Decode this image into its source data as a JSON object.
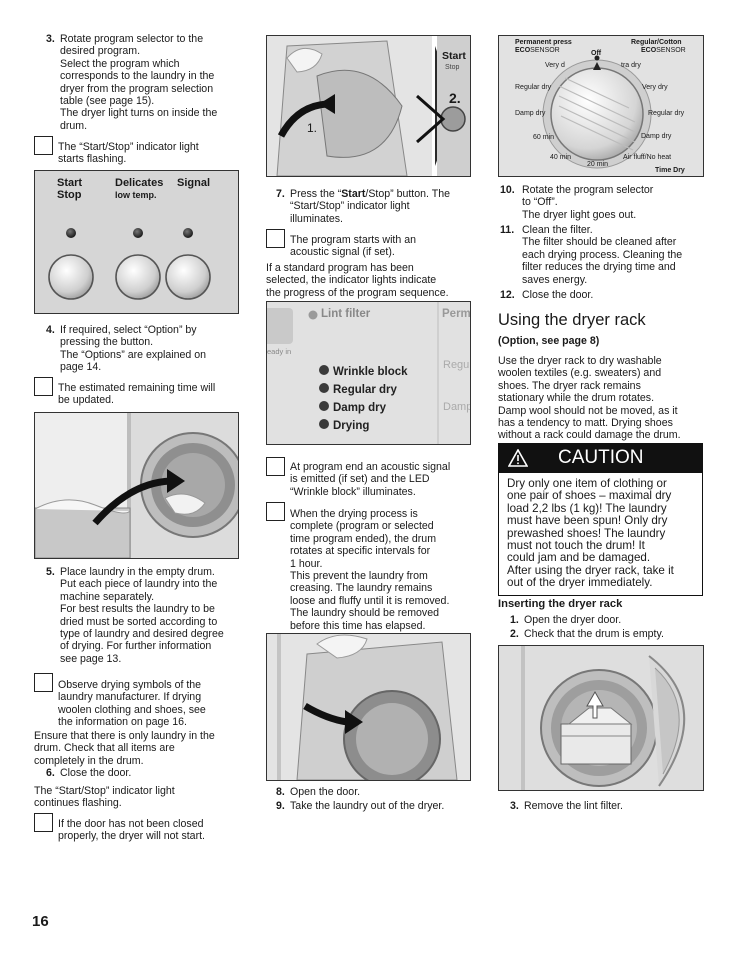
{
  "col1": {
    "step3": {
      "num": "3.",
      "lines": [
        "Rotate program selector to the",
        "desired program.",
        "Select the program which",
        "corresponds to the laundry in the",
        "dryer from the program selection",
        "table (see page 15).",
        "The dryer light turns on inside the",
        "drum."
      ]
    },
    "note1": [
      "The “Start/Stop” indicator light",
      "starts flashing."
    ],
    "panel": {
      "start_line1": "Start",
      "start_line2": "Stop",
      "delicates_line1": "Delicates",
      "delicates_line2": "low temp.",
      "signal": "Signal"
    },
    "step4": {
      "num": "4.",
      "lines": [
        "If required, select “Option” by",
        "pressing the button.",
        "The “Options” are explained on",
        "page 14."
      ]
    },
    "note2": [
      "The estimated remaining time will",
      "be updated."
    ],
    "step5": {
      "num": "5.",
      "lines": [
        "Place laundry in the empty drum.",
        "Put each piece of laundry into the",
        "machine separately.",
        "For best results the laundry to be",
        "dried must be sorted according to",
        "type of laundry and desired degree",
        "of drying. For further information",
        "see page 13."
      ]
    },
    "note3": [
      "Observe drying symbols of the",
      "laundry manufacturer. If drying",
      "woolen clothing and shoes, see",
      "the information on page 16."
    ],
    "ensure": [
      "Ensure that there is only laundry in the",
      "drum. Check that all items are",
      "completely in the drum."
    ],
    "step6": {
      "num": "6.",
      "text": "Close the door."
    },
    "startstop": [
      "The “Start/Stop” indicator light",
      "continues flashing."
    ],
    "note4": [
      "If the door has not been closed",
      "properly, the dryer will not start."
    ]
  },
  "col2": {
    "fig_top": {
      "start": "Start",
      "stop": "Stop",
      "label2": "2.",
      "label1": "1."
    },
    "step7": {
      "num": "7.",
      "line1_pre": "Press the “",
      "line1_bold": "Start",
      "line1_post": "/Stop” button. The",
      "lines": [
        "“Start/Stop” indicator light",
        "illuminates."
      ]
    },
    "note5": [
      "The program starts with an",
      "acoustic signal (if set)."
    ],
    "standard": [
      "If a standard program has been",
      "selected, the indicator lights indicate",
      "the progress of the program sequence."
    ],
    "progress_panel": {
      "lint": "Lint filter",
      "perm": "Perm",
      "ready": "eady in",
      "regu": "Regul",
      "damp_right": "Damp",
      "items": [
        "Wrinkle block",
        "Regular dry",
        "Damp dry",
        "Drying"
      ]
    },
    "note6": [
      "At program end  an acoustic signal",
      "is emitted (if set) and the LED",
      "“Wrinkle block” illuminates."
    ],
    "note7": [
      "When the drying process is",
      "complete (program or selected",
      "time program ended), the drum",
      "rotates at specific intervals for",
      "1 hour.",
      "This prevent the laundry from",
      "creasing. The laundry remains",
      "loose and fluffy until it is removed.",
      "The laundry should be removed",
      "before this time has elapsed."
    ],
    "step8": {
      "num": "8.",
      "text": "Open the door."
    },
    "step9": {
      "num": "9.",
      "text": "Take the laundry out of the dryer."
    }
  },
  "col3": {
    "dial": {
      "permanent_press": "Permanent press",
      "eco1": "ECO",
      "sensor1": "SENSOR",
      "regular_cotton": "Regular/Cotton",
      "eco2": "ECO",
      "sensor2": "SENSOR",
      "off": "Off",
      "very_dry_left": "Very d",
      "extra_dry": "tra dry",
      "regular_dry_left": "Regular dry",
      "very_dry_right": "Very dry",
      "damp_dry_left": "Damp dry",
      "regular_dry_right": "Regular dry",
      "min60": "60 min",
      "damp_dry_right": "Damp dry",
      "min40": "40 min",
      "min20": "20 min",
      "air_fluff": "Air fluff/No heat",
      "time_dry": "Time Dry"
    },
    "step10": {
      "num": "10.",
      "lines": [
        "Rotate the program selector",
        "to “Off”.",
        "The dryer light goes out."
      ]
    },
    "step11": {
      "num": "11.",
      "lines": [
        "Clean the filter.",
        "The filter should be cleaned after",
        "each drying process. Cleaning the",
        "filter reduces the drying time and",
        "saves energy."
      ]
    },
    "step12": {
      "num": "12.",
      "text": "Close the door."
    },
    "heading": "Using the dryer rack",
    "subheading": "(Option, see page 8)",
    "rack_text": [
      "Use the dryer rack to dry washable",
      "woolen textiles (e.g. sweaters) and",
      "shoes. The dryer rack remains",
      "stationary while the drum rotates.",
      "Damp wool should not be moved, as it",
      "has a tendency to matt. Drying shoes",
      "without a rack could damage the drum."
    ],
    "caution_title": "CAUTION",
    "caution_lines": [
      "Dry only one item of clothing or",
      "one pair of shoes – maximal dry",
      "load  2,2 lbs (1 kg)! The laundry",
      "must have been spun! Only dry",
      "prewashed shoes! The laundry",
      "must not touch the drum! It",
      "could jam and be damaged.",
      "After using the dryer rack, take it",
      "out of the dryer immediately."
    ],
    "inserting_heading": "Inserting the dryer rack",
    "ins1": {
      "num": "1.",
      "text": "Open the dryer door."
    },
    "ins2": {
      "num": "2.",
      "text": "Check that the drum is empty."
    },
    "ins3": {
      "num": "3.",
      "text": "Remove the lint filter."
    }
  },
  "page_number": "16"
}
